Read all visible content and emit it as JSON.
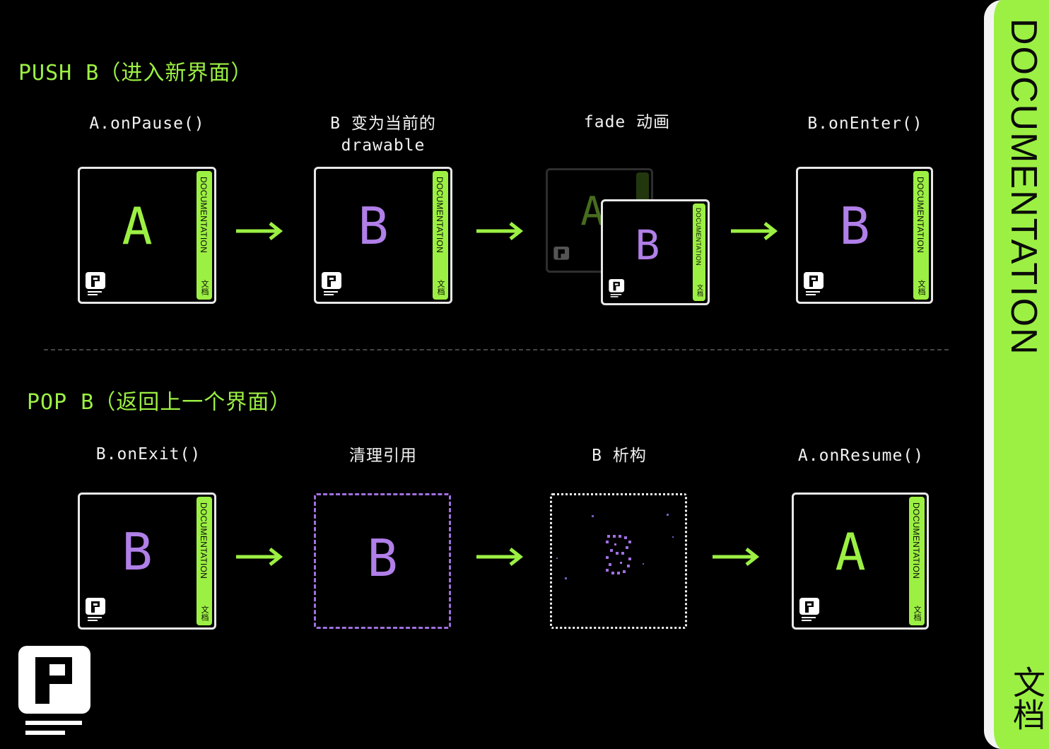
{
  "push": {
    "title": "PUSH B（进入新界面）",
    "steps": [
      {
        "label": "A.onPause()",
        "card_letter": "A"
      },
      {
        "label": "B 变为当前的\ndrawable",
        "card_letter": "B"
      },
      {
        "label": "fade 动画",
        "card_letter_back": "A",
        "card_letter_front": "B"
      },
      {
        "label": "B.onEnter()",
        "card_letter": "B"
      }
    ]
  },
  "pop": {
    "title": "POP B（返回上一个界面）",
    "steps": [
      {
        "label": "B.onExit()",
        "card_letter": "B"
      },
      {
        "label": "清理引用",
        "card_letter": "B"
      },
      {
        "label": "B 析构",
        "card_letter": "B"
      },
      {
        "label": "A.onResume()",
        "card_letter": "A"
      }
    ]
  },
  "card": {
    "spine_text": "DOCUMENTATION",
    "spine_cn": "文档"
  },
  "sidebar": {
    "text": "DOCUMENTATION",
    "cn": "文档"
  },
  "colors": {
    "accent_green": "#9cf043",
    "accent_purple": "#b07fe8",
    "background": "#000000"
  },
  "icons": [
    "arrow-right-icon",
    "p-logo-icon"
  ]
}
